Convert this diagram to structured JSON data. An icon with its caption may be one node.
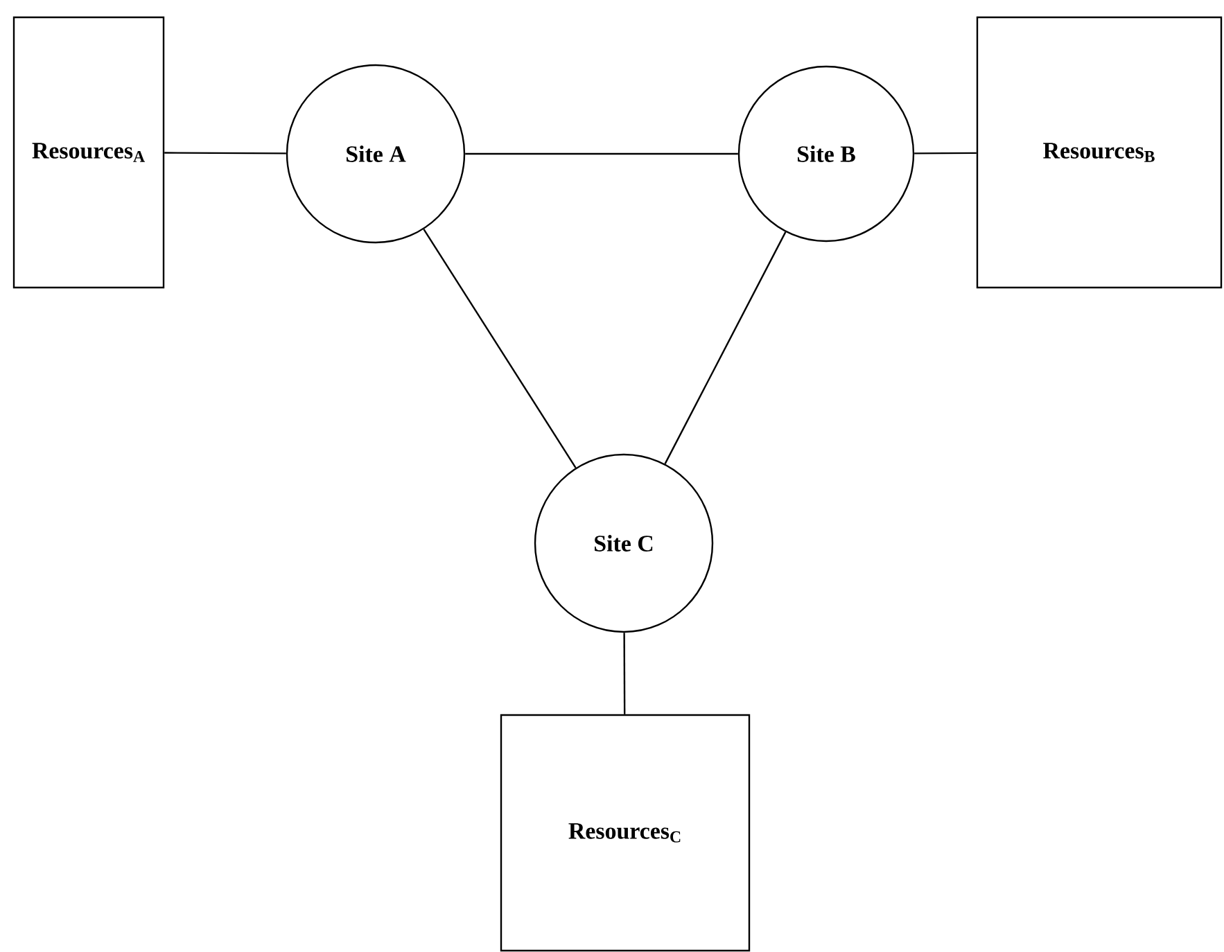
{
  "diagram": {
    "nodes": [
      {
        "text": [
          "Resources$_{A}$"
        ]
      },
      {
        "text": [
          "Site A"
        ]
      },
      {
        "text": [
          "Site B"
        ]
      },
      {
        "text": [
          "Resources$_{B}$"
        ]
      },
      {
        "text": [
          "Site C"
        ]
      },
      {
        "text": [
          "Resources$_{C}$"
        ]
      }
    ],
    "edges": [
      {
        "from": 0,
        "to": 1,
        "arrow": "none"
      },
      {
        "from": 1,
        "to": 2,
        "arrow": "none"
      },
      {
        "from": 2,
        "to": 3,
        "arrow": "none"
      },
      {
        "from": 1,
        "to": 4,
        "arrow": "none"
      },
      {
        "from": 2,
        "to": 4,
        "arrow": "none"
      },
      {
        "from": 4,
        "to": 5,
        "arrow": "none"
      }
    ]
  }
}
